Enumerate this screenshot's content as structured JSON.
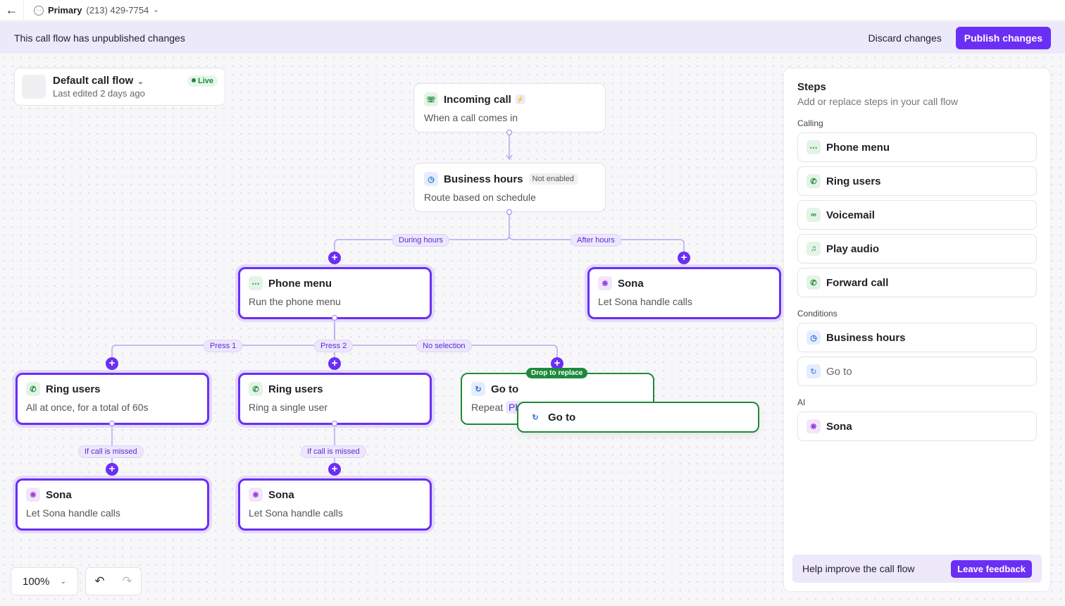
{
  "topbar": {
    "line_name": "Primary",
    "line_number": "(213) 429-7754"
  },
  "banner": {
    "message": "This call flow has unpublished changes",
    "discard": "Discard changes",
    "publish": "Publish changes"
  },
  "flow": {
    "name": "Default call flow",
    "edited": "Last edited 2 days ago",
    "status": "Live"
  },
  "nodes": {
    "incoming": {
      "title": "Incoming call",
      "sub": "When a call comes in"
    },
    "hours": {
      "title": "Business hours",
      "tag": "Not enabled",
      "sub": "Route based on schedule"
    },
    "menu": {
      "title": "Phone menu",
      "sub": "Run the phone menu"
    },
    "sona_after": {
      "title": "Sona",
      "sub": "Let Sona handle calls"
    },
    "ring1": {
      "title": "Ring users",
      "sub": "All at once, for a total of 60s"
    },
    "ring2": {
      "title": "Ring users",
      "sub": "Ring a single user"
    },
    "goto": {
      "title": "Go to",
      "sub": "Repeat",
      "sub_tag": "Ph"
    },
    "sona1": {
      "title": "Sona",
      "sub": "Let Sona handle calls"
    },
    "sona2": {
      "title": "Sona",
      "sub": "Let Sona handle calls"
    }
  },
  "edge_labels": {
    "during": "During hours",
    "after": "After hours",
    "press1": "Press 1",
    "press2": "Press 2",
    "nosel": "No selection",
    "missed1": "If call is missed",
    "missed2": "If call is missed"
  },
  "drop_label": "Drop to replace",
  "dragging": {
    "label": "Go to"
  },
  "panel": {
    "title": "Steps",
    "subtitle": "Add or replace steps in your call flow",
    "sections": {
      "calling": "Calling",
      "conditions": "Conditions",
      "ai": "AI"
    },
    "calling": [
      "Phone menu",
      "Ring users",
      "Voicemail",
      "Play audio",
      "Forward call"
    ],
    "conditions": [
      "Business hours",
      "Go to"
    ],
    "ai": [
      "Sona"
    ],
    "feedback_text": "Help improve the call flow",
    "feedback_button": "Leave feedback"
  },
  "zoom": "100%"
}
